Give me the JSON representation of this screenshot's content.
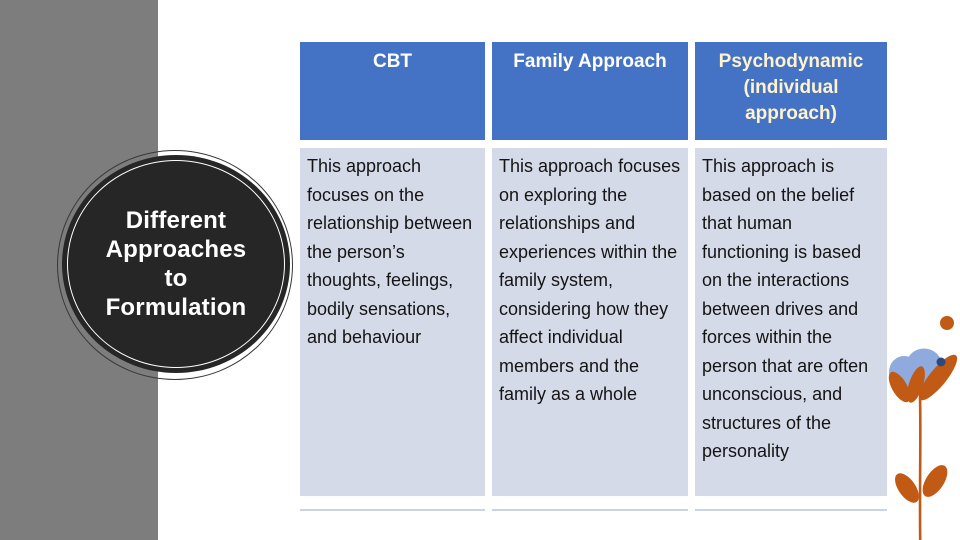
{
  "title_circle": {
    "text": "Different Approaches to Formulation",
    "lines": [
      "Different",
      "Approaches",
      "to",
      "Formulation"
    ]
  },
  "table": {
    "columns": [
      {
        "header": "CBT",
        "body": "This approach focuses on the relationship between the person’s thoughts, feelings, bodily sensations, and behaviour"
      },
      {
        "header": "Family Approach",
        "body": "This approach focuses on exploring the relationships and experiences within the family system, considering how they affect individual members and the family as a whole"
      },
      {
        "header": "Psychodynamic (individual approach)",
        "body": "This approach is based on the belief that human functioning is based on the interactions between drives and forces within the person that are often unconscious, and structures of the personality"
      }
    ]
  },
  "decorations": {
    "left_panel": "gray-side-panel",
    "badge": "dark-circle-title-badge",
    "flower": "flower-doodle",
    "dots": [
      "orange-dot",
      "navy-dot"
    ]
  },
  "colors": {
    "header-blue": "#4472c4",
    "header-cream": "#fff3cd",
    "body-lavender": "#d5dae8",
    "gray-panel": "#7d7d7d",
    "circle-bg": "#262626",
    "faint-line": "#cbd3e6",
    "flower-orange": "#c05a15",
    "petal-blue": "#8faadc",
    "dot-navy": "#2e4a7d"
  }
}
